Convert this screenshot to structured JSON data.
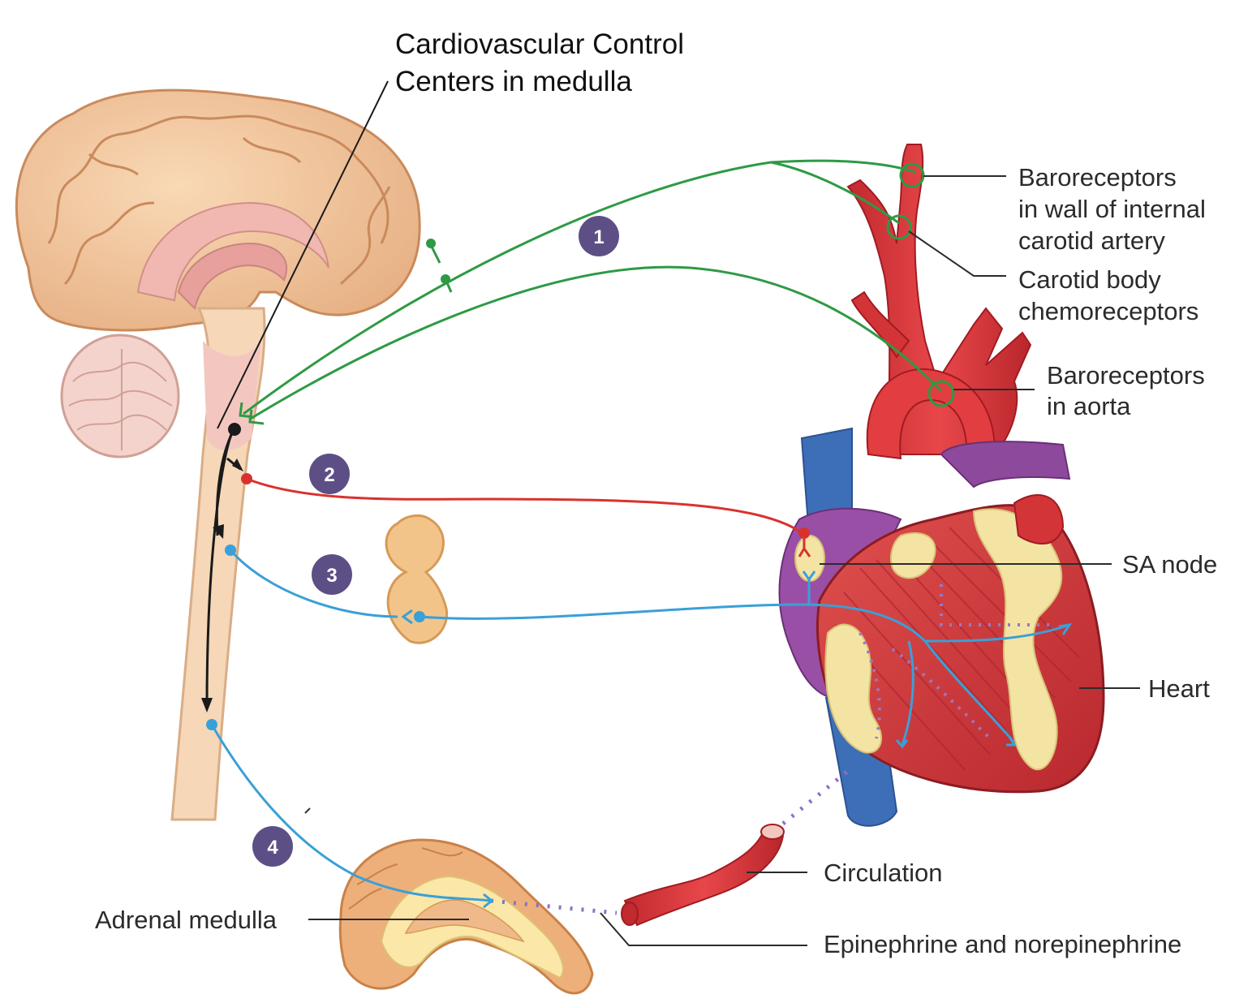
{
  "title": {
    "line1": "Cardiovascular Control",
    "line2": "Centers in medulla"
  },
  "labels": {
    "baro_carotid": [
      "Baroreceptors",
      "in wall of internal",
      "carotid artery"
    ],
    "chemo": [
      "Carotid body",
      "chemoreceptors"
    ],
    "baro_aorta": [
      "Baroreceptors",
      "in aorta"
    ],
    "sa_node": "SA node",
    "heart": "Heart",
    "circulation": "Circulation",
    "epi": "Epinephrine and norepinephrine",
    "adrenal": "Adrenal medulla"
  },
  "steps": [
    "1",
    "2",
    "3",
    "4"
  ],
  "colors": {
    "sensory": "#2e9a45",
    "vagal": "#d9322e",
    "sympathetic": "#3aa0d8",
    "step_badge": "#5d4f86",
    "artery": "#d8343a",
    "vein": "#3d6fb8",
    "brain": "#f1c79f"
  }
}
